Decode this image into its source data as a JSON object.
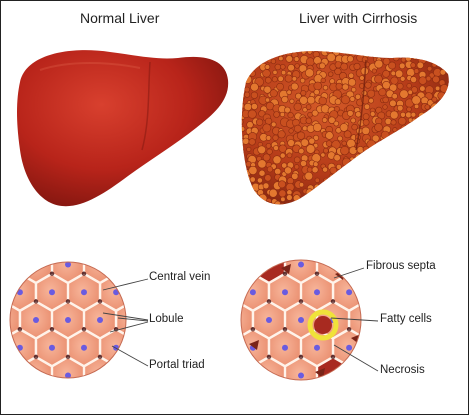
{
  "titles": {
    "normal": "Normal Liver",
    "cirrhosis": "Liver with Cirrhosis"
  },
  "labels": {
    "central_vein": "Central vein",
    "lobule": "Lobule",
    "portal_triad": "Portal triad",
    "fibrous_septa": "Fibrous septa",
    "fatty_cells": "Fatty cells",
    "necrosis": "Necrosis"
  },
  "colors": {
    "normal_liver": "#b8241a",
    "cirrhotic_liver": "#c4451e",
    "nodule": "#e3782f",
    "cell_fill": "#f3a487",
    "cell_edge": "#e88a6c",
    "nucleus": "#6a5be0",
    "necrotic": "#a82a20",
    "fatty_ring": "#f0e23a"
  }
}
